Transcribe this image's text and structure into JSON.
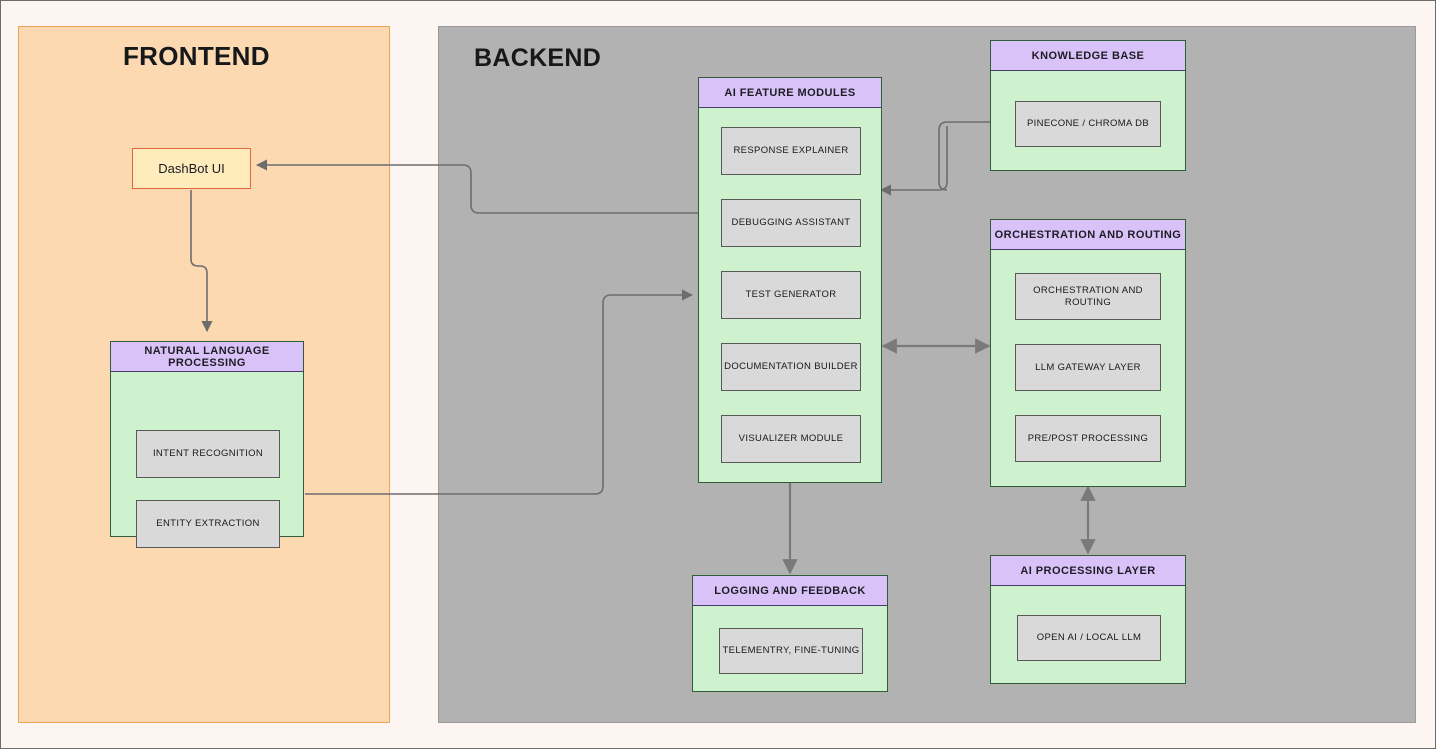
{
  "diagram": {
    "panels": {
      "frontend": {
        "title": "FRONTEND"
      },
      "backend": {
        "title": "BACKEND"
      }
    },
    "frontend": {
      "dashbot": {
        "label": "DashBot UI"
      },
      "nlp": {
        "header": "NATURAL LANGUAGE PROCESSING",
        "nodes": [
          {
            "label": "INTENT RECOGNITION"
          },
          {
            "label": "ENTITY EXTRACTION"
          }
        ]
      }
    },
    "backend": {
      "ai_feature_modules": {
        "header": "AI FEATURE MODULES",
        "nodes": [
          {
            "label": "RESPONSE EXPLAINER"
          },
          {
            "label": "DEBUGGING ASSISTANT"
          },
          {
            "label": "TEST GENERATOR"
          },
          {
            "label": "DOCUMENTATION BUILDER"
          },
          {
            "label": "VISUALIZER MODULE"
          }
        ]
      },
      "knowledge_base": {
        "header": "KNOWLEDGE BASE",
        "nodes": [
          {
            "label": "PINECONE / CHROMA DB"
          }
        ]
      },
      "orchestration_and_routing": {
        "header": "ORCHESTRATION AND ROUTING",
        "nodes": [
          {
            "label": "ORCHESTRATION AND ROUTING"
          },
          {
            "label": "LLM GATEWAY LAYER"
          },
          {
            "label": "PRE/POST PROCESSING"
          }
        ]
      },
      "logging_and_feedback": {
        "header": "LOGGING AND FEEDBACK",
        "nodes": [
          {
            "label": "TELEMENTRY, FINE-TUNING"
          }
        ]
      },
      "ai_processing_layer": {
        "header": "AI PROCESSING LAYER",
        "nodes": [
          {
            "label": "OPEN AI / LOCAL LLM"
          }
        ]
      }
    },
    "colors": {
      "page_background": "#fdf5f1",
      "frontend_fill": "#fcd9b0",
      "frontend_border": "#eaa559",
      "backend_fill": "#b2b2b2",
      "group_header_fill": "#d9c2f7",
      "group_body_fill": "#cdf2cd",
      "node_fill": "#d9d9d9",
      "node_border": "#595959",
      "dashbot_fill": "#ffecbd",
      "dashbot_border": "#e0673a",
      "connector": "#6d6d6d"
    },
    "connectors": [
      {
        "name": "dashbot-to-nlp",
        "from": "DashBot UI",
        "to": "NATURAL LANGUAGE PROCESSING",
        "direction": "one-way"
      },
      {
        "name": "aifeatures-to-dashbot",
        "from": "AI FEATURE MODULES",
        "to": "DashBot UI",
        "direction": "one-way"
      },
      {
        "name": "entityextraction-to-testgenerator",
        "from": "ENTITY EXTRACTION",
        "to": "TEST GENERATOR",
        "direction": "one-way"
      },
      {
        "name": "intent-to-entity",
        "from": "INTENT RECOGNITION",
        "to": "ENTITY EXTRACTION",
        "direction": "one-way"
      },
      {
        "name": "aifeatures-to-knowledgebase",
        "from": "AI FEATURE MODULES",
        "to": "PINECONE / CHROMA DB",
        "direction": "one-way"
      },
      {
        "name": "knowledgebase-to-aifeatures",
        "from": "KNOWLEDGE BASE",
        "to": "AI FEATURE MODULES",
        "direction": "one-way"
      },
      {
        "name": "aifeatures-orchestration",
        "from": "AI FEATURE MODULES",
        "to": "ORCHESTRATION AND ROUTING",
        "direction": "two-way"
      },
      {
        "name": "aifeatures-to-logging",
        "from": "AI FEATURE MODULES",
        "to": "LOGGING AND FEEDBACK",
        "direction": "one-way"
      },
      {
        "name": "orchestration-aiprocessing",
        "from": "ORCHESTRATION AND ROUTING",
        "to": "AI PROCESSING LAYER",
        "direction": "two-way"
      },
      {
        "name": "orchestration-node-chain",
        "from": "ORCHESTRATION AND ROUTING",
        "to": "LLM GATEWAY LAYER",
        "direction": "one-way"
      },
      {
        "name": "llmgateway-to-prepost",
        "from": "LLM GATEWAY LAYER",
        "to": "PRE/POST PROCESSING",
        "direction": "one-way"
      }
    ]
  }
}
